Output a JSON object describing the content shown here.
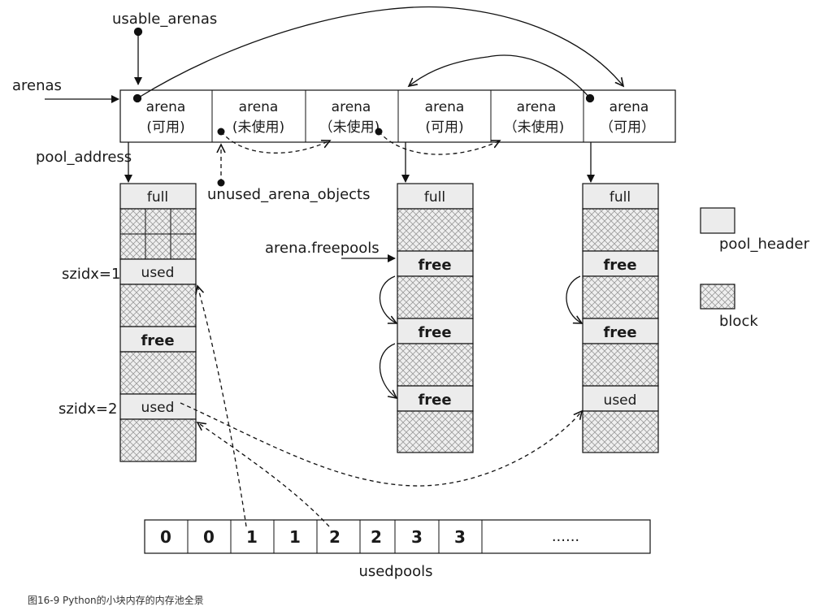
{
  "labels": {
    "usable_arenas": "usable_arenas",
    "arenas": "arenas",
    "pool_address": "pool_address",
    "unused_arena_objects": "unused_arena_objects",
    "arena_freepools": "arena.freepools",
    "szidx1": "szidx=1",
    "szidx2": "szidx=2",
    "usedpools": "usedpools"
  },
  "arena_cells": [
    {
      "line1": "arena",
      "line2": "(可用)"
    },
    {
      "line1": "arena",
      "line2": "(未使用)"
    },
    {
      "line1": "arena",
      "line2": "（未使用)"
    },
    {
      "line1": "arena",
      "line2": "(可用)"
    },
    {
      "line1": "arena",
      "line2": "（未使用)"
    },
    {
      "line1": "arena",
      "line2": "（可用）"
    }
  ],
  "pools": {
    "left": [
      "full",
      "used",
      "free",
      "used"
    ],
    "middle": [
      "full",
      "free",
      "free",
      "free"
    ],
    "right": [
      "full",
      "free",
      "free",
      "used"
    ]
  },
  "legend": {
    "pool_header": "pool_header",
    "block": "block"
  },
  "usedpools_cells": [
    "0",
    "0",
    "1",
    "1",
    "2",
    "2",
    "3",
    "3",
    "......"
  ],
  "caption": "图16-9 Python的小块内存的内存池全景"
}
